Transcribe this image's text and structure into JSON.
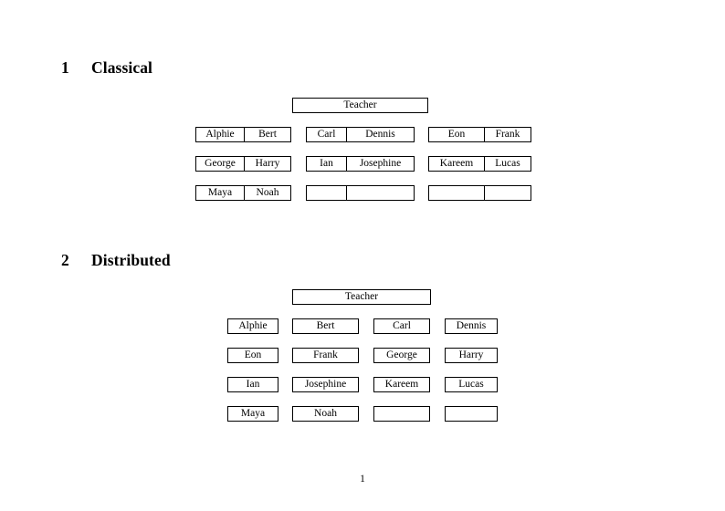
{
  "document": {
    "page_number": "1"
  },
  "sections": [
    {
      "number": "1",
      "title": "Classical",
      "teacher_label": "Teacher",
      "layout": "grouped-pairs",
      "groups": [
        {
          "name": "column-1",
          "rows": [
            [
              "Alphie",
              "Bert"
            ],
            [
              "George",
              "Harry"
            ],
            [
              "Maya",
              "Noah"
            ]
          ]
        },
        {
          "name": "column-2",
          "rows": [
            [
              "Carl",
              "Dennis"
            ],
            [
              "Ian",
              "Josephine"
            ],
            [
              "",
              ""
            ]
          ]
        },
        {
          "name": "column-3",
          "rows": [
            [
              "Eon",
              "Frank"
            ],
            [
              "Kareem",
              "Lucas"
            ],
            [
              "",
              ""
            ]
          ]
        }
      ]
    },
    {
      "number": "2",
      "title": "Distributed",
      "teacher_label": "Teacher",
      "layout": "individual-boxes",
      "rows": [
        [
          "Alphie",
          "Bert",
          "Carl",
          "Dennis"
        ],
        [
          "Eon",
          "Frank",
          "George",
          "Harry"
        ],
        [
          "Ian",
          "Josephine",
          "Kareem",
          "Lucas"
        ],
        [
          "Maya",
          "Noah",
          "",
          ""
        ]
      ]
    }
  ]
}
